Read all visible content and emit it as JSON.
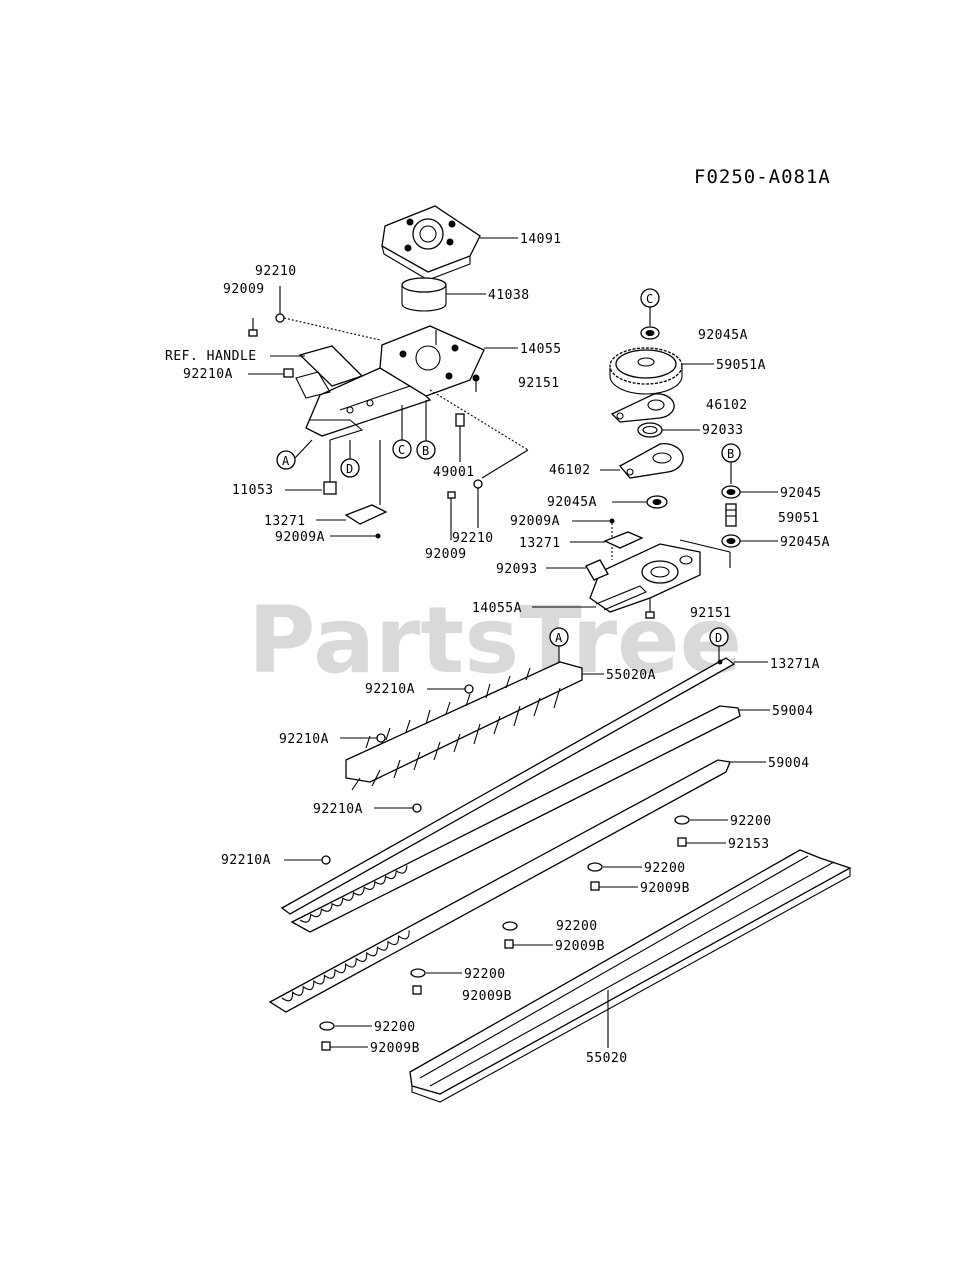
{
  "diagram_code": "F0250-A081A",
  "watermark": "PartsTree",
  "callouts": {
    "a": "A",
    "b": "B",
    "c": "C",
    "d": "D"
  },
  "labels": {
    "p14091": "14091",
    "p41038": "41038",
    "p92210_top": "92210",
    "p92009_top": "92009",
    "ref_handle": "REF. HANDLE",
    "p14055": "14055",
    "p92210A_left": "92210A",
    "p92151_mid": "92151",
    "p49001": "49001",
    "p11053": "11053",
    "p13271_left": "13271",
    "p92009A_left": "92009A",
    "p92210_mid": "92210",
    "p92009_mid": "92009",
    "p92045A_top": "92045A",
    "p59051A": "59051A",
    "p46102_right": "46102",
    "p92033": "92033",
    "p46102_left": "46102",
    "p92045A_mid": "92045A",
    "p92045": "92045",
    "p92009A_mid": "92009A",
    "p59051": "59051",
    "p13271_mid": "13271",
    "p92045A_right": "92045A",
    "p92093": "92093",
    "p14055A": "14055A",
    "p92151_low": "92151",
    "p13271A": "13271A",
    "p55020A": "55020A",
    "p92210A_1": "92210A",
    "p59004_a": "59004",
    "p92210A_2": "92210A",
    "p59004_b": "59004",
    "p92210A_3": "92210A",
    "p92200_1": "92200",
    "p92153": "92153",
    "p92210A_4": "92210A",
    "p92200_2": "92200",
    "p92009B_1": "92009B",
    "p92200_3": "92200",
    "p92009B_2": "92009B",
    "p92200_4": "92200",
    "p92009B_3": "92009B",
    "p92200_5": "92200",
    "p92009B_4": "92009B",
    "p55020": "55020"
  }
}
